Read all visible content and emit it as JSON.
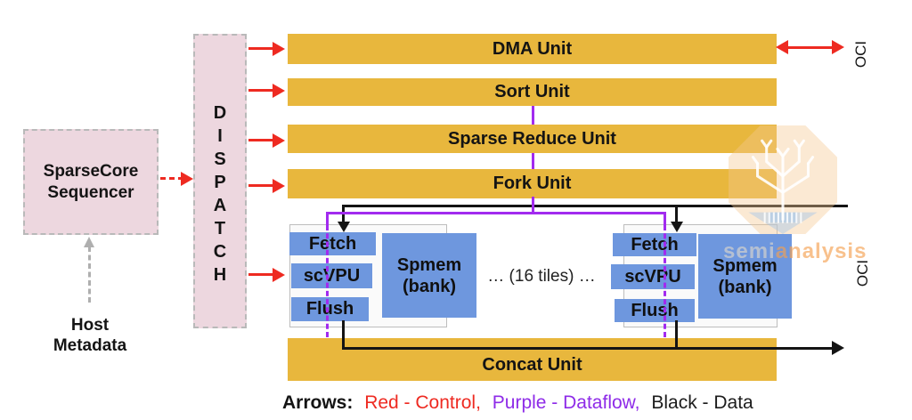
{
  "sequencer": {
    "line1": "SparseCore",
    "line2": "Sequencer"
  },
  "dispatch": {
    "letters": [
      "D",
      "I",
      "S",
      "P",
      "A",
      "T",
      "C",
      "H"
    ]
  },
  "host_metadata": {
    "line1": "Host",
    "line2": "Metadata"
  },
  "units": {
    "dma": "DMA Unit",
    "sort": "Sort Unit",
    "sparse_reduce": "Sparse Reduce Unit",
    "fork": "Fork Unit",
    "concat": "Concat Unit"
  },
  "tile": {
    "fetch": "Fetch",
    "scvpu": "scVPU",
    "flush": "Flush",
    "spmem_line1": "Spmem",
    "spmem_line2": "(bank)"
  },
  "tiles_ellipsis": "… (16 tiles) …",
  "oci": {
    "top": "OCI",
    "right": "OCI"
  },
  "legend": {
    "prefix": "Arrows:",
    "red": "Red - Control,",
    "purple": "Purple - Dataflow,",
    "black": "Black - Data"
  },
  "watermark": {
    "semi": "semi",
    "analysis": "analysis"
  },
  "colors": {
    "gold": "#E8B73D",
    "pink": "#EDD7DF",
    "blue": "#6E97DE",
    "red": "#EE2A21",
    "purple": "#A22BEF",
    "legendpurple": "#8E2BE8",
    "line": "#141414",
    "gray": "#AFAFAF",
    "text": "#141414"
  }
}
